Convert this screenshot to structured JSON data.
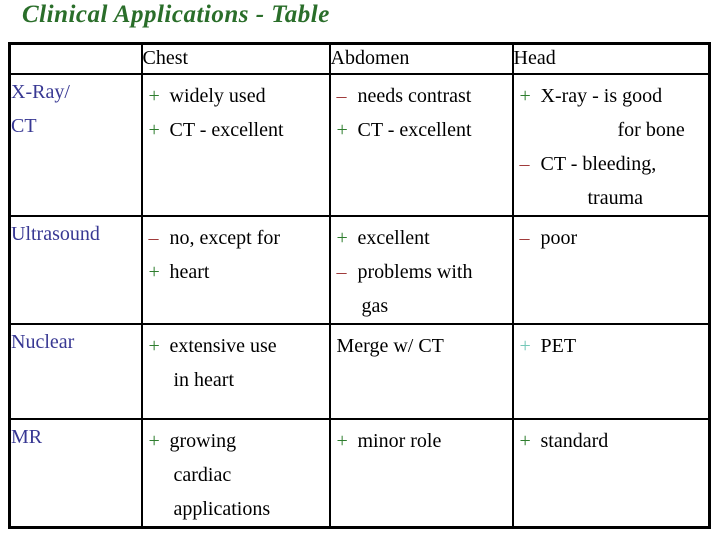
{
  "slide": {
    "title": "Clinical Applications - Table"
  },
  "colors": {
    "title_green": "#2a6e2a",
    "header_blue": "#383893",
    "plus_green": "#2e7d2e",
    "minus_red": "#a03b3b",
    "pet_teal": "#74c8b8",
    "text": "#000000",
    "border": "#000000",
    "background": "#ffffff"
  },
  "table": {
    "header": {
      "col0": "",
      "col1": "Chest",
      "col2": "Abdomen",
      "col3": "Head"
    },
    "rows": [
      {
        "header": [
          "X-Ray/",
          "CT"
        ],
        "chest": [
          {
            "sign": "+",
            "text": "widely used"
          },
          {
            "sign": "+",
            "text": "CT - excellent"
          }
        ],
        "abdomen": [
          {
            "sign": "–",
            "text": "needs contrast"
          },
          {
            "sign": "+",
            "text": "CT - excellent"
          }
        ],
        "head": [
          {
            "sign": "+",
            "text": "X-ray - is good"
          },
          {
            "text": "for bone"
          },
          {
            "sign": "–",
            "text": "CT - bleeding,"
          },
          {
            "text": "trauma"
          }
        ]
      },
      {
        "header": [
          "Ultrasound"
        ],
        "chest": [
          {
            "sign": "–",
            "text": "no, except for"
          },
          {
            "sign": "+",
            "text": "heart"
          }
        ],
        "abdomen": [
          {
            "sign": "+",
            "text": "excellent"
          },
          {
            "sign": "–",
            "text": "problems with"
          },
          {
            "text": "gas"
          }
        ],
        "head": [
          {
            "sign": "–",
            "text": "poor"
          }
        ]
      },
      {
        "header": [
          "Nuclear"
        ],
        "chest": [
          {
            "sign": "+",
            "text": "extensive use"
          },
          {
            "text": "in heart"
          }
        ],
        "abdomen": [
          {
            "text": "Merge w/ CT"
          }
        ],
        "head": [
          {
            "sign": "+",
            "text": "PET"
          }
        ]
      },
      {
        "header": [
          "MR"
        ],
        "chest": [
          {
            "sign": "+",
            "text": "growing"
          },
          {
            "text": "cardiac"
          },
          {
            "text": "applications"
          }
        ],
        "abdomen": [
          {
            "sign": "+",
            "text": "minor role"
          }
        ],
        "head": [
          {
            "sign": "+",
            "text": "standard"
          }
        ]
      }
    ]
  }
}
